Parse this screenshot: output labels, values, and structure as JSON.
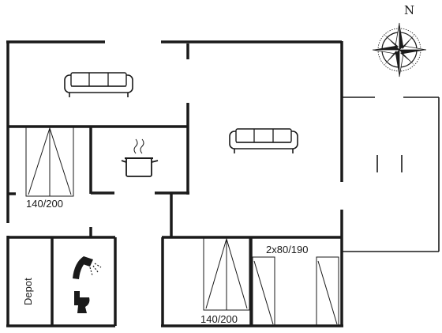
{
  "compass": {
    "north_label": "N",
    "icon": "compass-rose-icon"
  },
  "rooms": {
    "bedroom_left": {
      "bed_label": "140/200"
    },
    "bedroom_bottom": {
      "bed_label": "140/200"
    },
    "bedroom_right": {
      "bed_label": "2x80/190"
    },
    "depot": {
      "label": "Depot"
    }
  },
  "icons": {
    "sofa": "sofa-icon",
    "cooking_pot": "cooking-pot-icon",
    "shower": "shower-icon",
    "toilet": "toilet-icon"
  }
}
